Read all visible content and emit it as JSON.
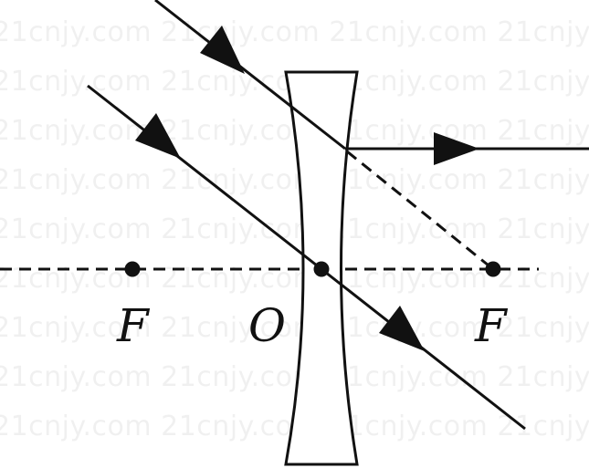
{
  "diagram": {
    "labels": {
      "left_focus": "F",
      "center": "O",
      "right_focus": "F"
    },
    "watermark": "21cnjy.com",
    "colors": {
      "ink": "#111111",
      "background": "#ffffff"
    }
  }
}
